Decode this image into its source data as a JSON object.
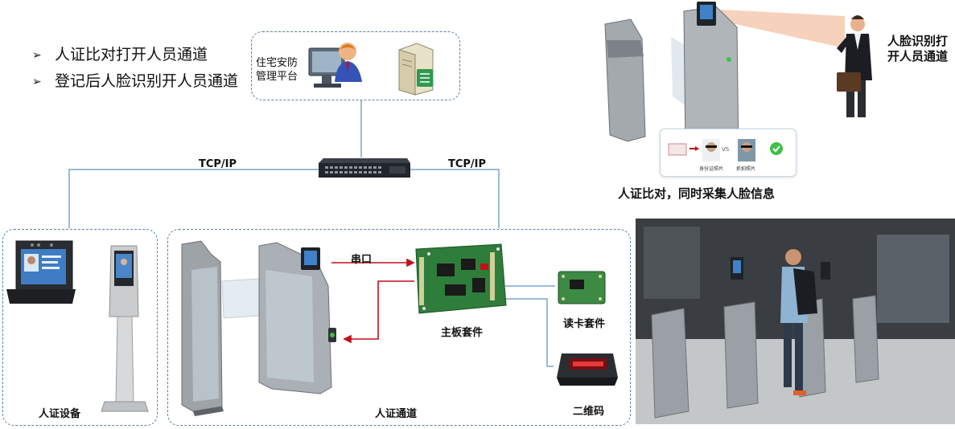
{
  "bullets": [
    "人证比对打开人员通道",
    "登记后人脸识别开人员通道"
  ],
  "bullet_marker": "➢",
  "platform_label": "住宅安防\n管理平台",
  "network": {
    "left_label": "TCP/IP",
    "right_label": "TCP/IP"
  },
  "serial_label": "串口",
  "components": {
    "board": "主板套件",
    "card_reader": "读卡套件",
    "qr": "二维码",
    "device_group": "人证设备",
    "channel_group": "人证通道"
  },
  "top_right": {
    "face_open": "人脸识别打\n开人员通道",
    "compare_caption": "人证比对，同时采集人脸信息",
    "inset_left": "身份证照片",
    "inset_right": "抓拍照片",
    "vs": "VS"
  },
  "colors": {
    "line": "#7aa6cf",
    "box": "#5b7fa6",
    "arrow": "#c0111a",
    "board": "#2e7d3a"
  }
}
